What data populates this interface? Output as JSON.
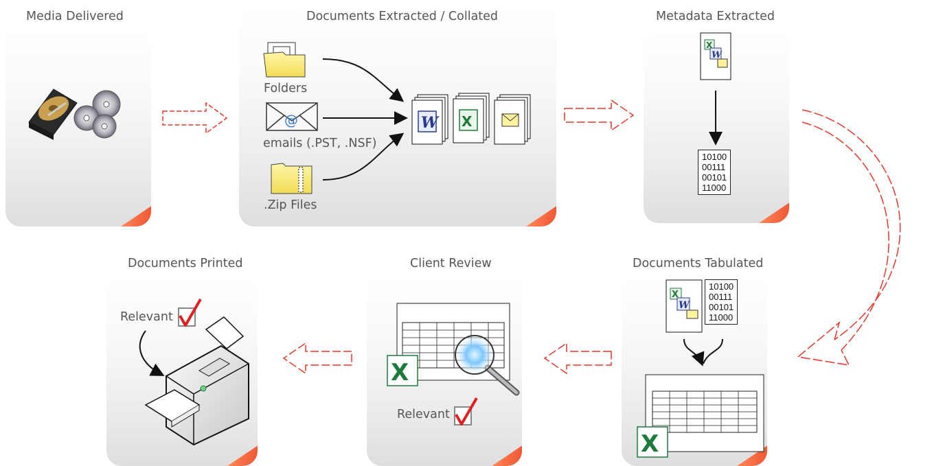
{
  "steps": {
    "media": {
      "title": "Media Delivered"
    },
    "extract": {
      "title": "Documents Extracted / Collated",
      "folders_label": "Folders",
      "emails_label": "emails (.PST, .NSF)",
      "zip_label": ".Zip Files"
    },
    "metadata": {
      "title": "Metadata Extracted",
      "binary": [
        "10100",
        "00111",
        "00101",
        "11000"
      ]
    },
    "tabulated": {
      "title": "Documents Tabulated",
      "binary": [
        "10100",
        "00111",
        "00101",
        "11000"
      ]
    },
    "review": {
      "title": "Client Review",
      "relevant_label": "Relevant"
    },
    "printed": {
      "title": "Documents Printed",
      "relevant_label": "Relevant"
    }
  },
  "colors": {
    "arrow": "#e8372a",
    "check": "#e02020",
    "excel": "#1d7a3a",
    "word": "#2a3a8f"
  },
  "icons": [
    "hard-drive-icon",
    "cd-icon",
    "folder-icon",
    "envelope-icon",
    "zip-folder-icon",
    "word-doc-icon",
    "excel-doc-icon",
    "mail-doc-icon",
    "magnifier-icon",
    "printer-icon",
    "checkmark-icon"
  ]
}
